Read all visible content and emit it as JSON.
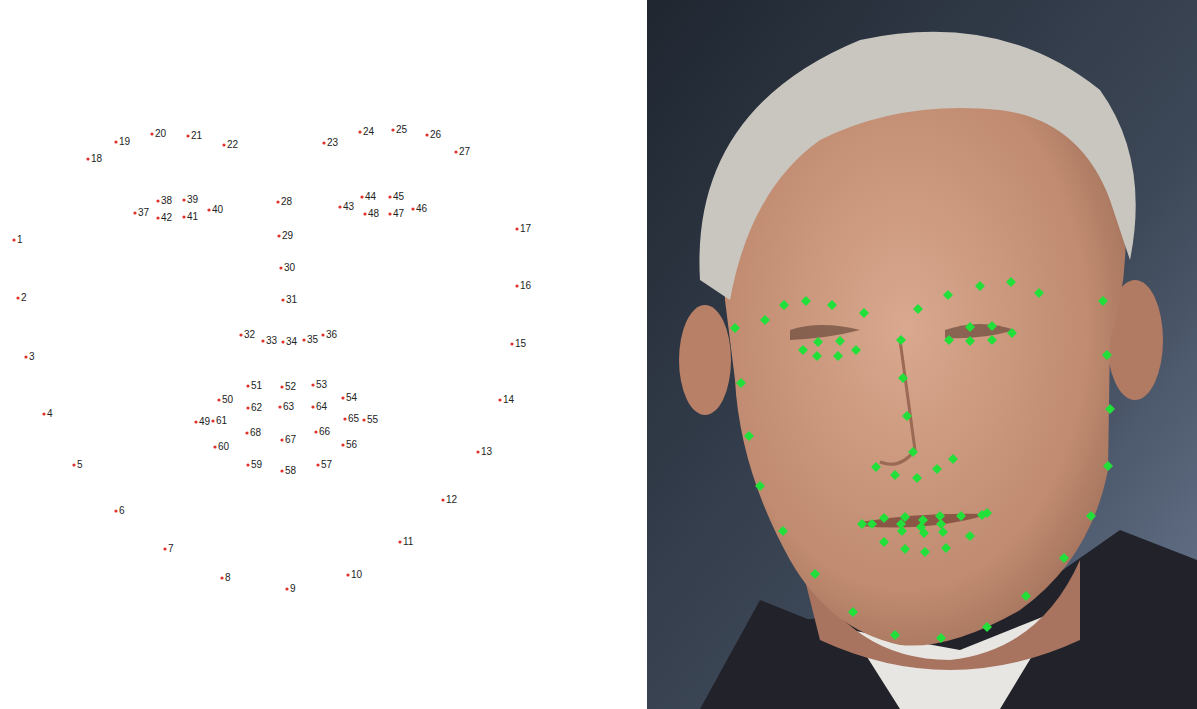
{
  "diagram": {
    "labels": [
      "1",
      "2",
      "3",
      "4",
      "5",
      "6",
      "7",
      "8",
      "9",
      "10",
      "11",
      "12",
      "13",
      "14",
      "15",
      "16",
      "17",
      "18",
      "19",
      "20",
      "21",
      "22",
      "23",
      "24",
      "25",
      "26",
      "27",
      "28",
      "29",
      "30",
      "31",
      "32",
      "33",
      "34",
      "35",
      "36",
      "37",
      "38",
      "39",
      "40",
      "41",
      "42",
      "43",
      "44",
      "45",
      "46",
      "47",
      "48",
      "49",
      "50",
      "51",
      "52",
      "53",
      "54",
      "55",
      "56",
      "57",
      "58",
      "59",
      "60",
      "61",
      "62",
      "63",
      "64",
      "65",
      "66",
      "67",
      "68"
    ]
  }
}
